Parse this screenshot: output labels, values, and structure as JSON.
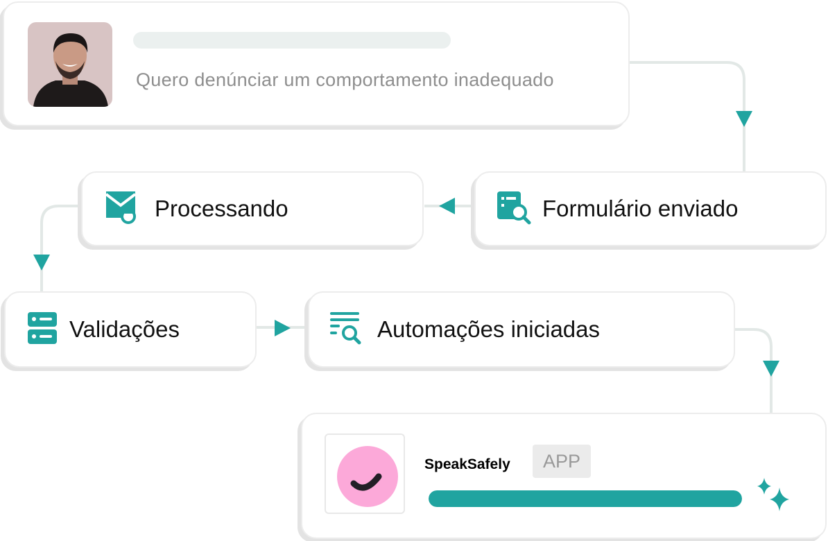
{
  "colors": {
    "accent": "#20a4a0",
    "connector": "#e2e8e6",
    "logo_pink": "#fca9d9"
  },
  "message_card": {
    "avatar_icon": "person-photo",
    "message": "Quero denúnciar um comportamento inadequado"
  },
  "steps": [
    {
      "label": "Formulário enviado",
      "icon": "form-search-icon"
    },
    {
      "label": "Processando",
      "icon": "mail-sync-icon"
    },
    {
      "label": "Validações",
      "icon": "server-list-icon"
    },
    {
      "label": "Automações iniciadas",
      "icon": "list-search-icon"
    }
  ],
  "app_card": {
    "brand": "SpeakSafely",
    "tag": "APP",
    "progress_percent": 100,
    "icon": "sparkles-icon"
  }
}
